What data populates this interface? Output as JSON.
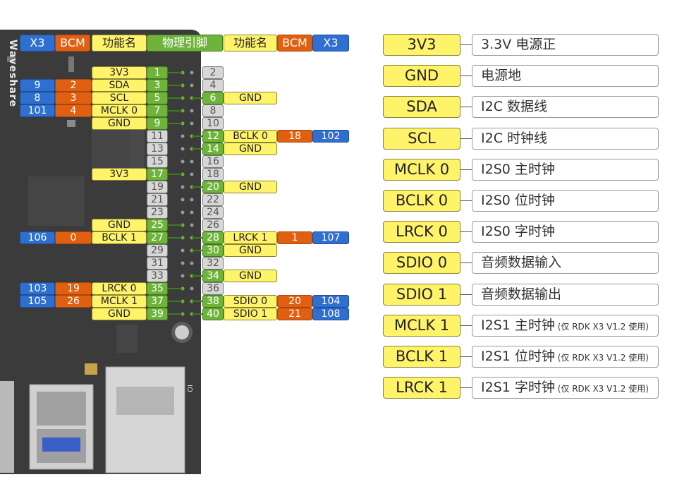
{
  "board": {
    "brand": "Waveshare",
    "usb_label": "IO"
  },
  "headers": {
    "x3": "X3",
    "bcm": "BCM",
    "func": "功能名",
    "phys": "物理引脚"
  },
  "pins": [
    {
      "pin": "1",
      "func": "3V3",
      "bcm": "",
      "x3": ""
    },
    {
      "pin": "2",
      "func": "",
      "bcm": "",
      "x3": ""
    },
    {
      "pin": "3",
      "func": "SDA",
      "bcm": "2",
      "x3": "9"
    },
    {
      "pin": "4",
      "func": "",
      "bcm": "",
      "x3": ""
    },
    {
      "pin": "5",
      "func": "SCL",
      "bcm": "3",
      "x3": "8"
    },
    {
      "pin": "6",
      "func": "GND",
      "bcm": "",
      "x3": ""
    },
    {
      "pin": "7",
      "func": "MCLK 0",
      "bcm": "4",
      "x3": "101"
    },
    {
      "pin": "8",
      "func": "",
      "bcm": "",
      "x3": ""
    },
    {
      "pin": "9",
      "func": "GND",
      "bcm": "",
      "x3": ""
    },
    {
      "pin": "10",
      "func": "",
      "bcm": "",
      "x3": ""
    },
    {
      "pin": "11",
      "func": "",
      "bcm": "",
      "x3": ""
    },
    {
      "pin": "12",
      "func": "BCLK 0",
      "bcm": "18",
      "x3": "102"
    },
    {
      "pin": "13",
      "func": "",
      "bcm": "",
      "x3": ""
    },
    {
      "pin": "14",
      "func": "GND",
      "bcm": "",
      "x3": ""
    },
    {
      "pin": "15",
      "func": "",
      "bcm": "",
      "x3": ""
    },
    {
      "pin": "16",
      "func": "",
      "bcm": "",
      "x3": ""
    },
    {
      "pin": "17",
      "func": "3V3",
      "bcm": "",
      "x3": ""
    },
    {
      "pin": "18",
      "func": "",
      "bcm": "",
      "x3": ""
    },
    {
      "pin": "19",
      "func": "",
      "bcm": "",
      "x3": ""
    },
    {
      "pin": "20",
      "func": "GND",
      "bcm": "",
      "x3": ""
    },
    {
      "pin": "21",
      "func": "",
      "bcm": "",
      "x3": ""
    },
    {
      "pin": "22",
      "func": "",
      "bcm": "",
      "x3": ""
    },
    {
      "pin": "23",
      "func": "",
      "bcm": "",
      "x3": ""
    },
    {
      "pin": "24",
      "func": "",
      "bcm": "",
      "x3": ""
    },
    {
      "pin": "25",
      "func": "GND",
      "bcm": "",
      "x3": ""
    },
    {
      "pin": "26",
      "func": "",
      "bcm": "",
      "x3": ""
    },
    {
      "pin": "27",
      "func": "BCLK 1",
      "bcm": "0",
      "x3": "106"
    },
    {
      "pin": "28",
      "func": "LRCK 1",
      "bcm": "1",
      "x3": "107"
    },
    {
      "pin": "29",
      "func": "",
      "bcm": "",
      "x3": ""
    },
    {
      "pin": "30",
      "func": "GND",
      "bcm": "",
      "x3": ""
    },
    {
      "pin": "31",
      "func": "",
      "bcm": "",
      "x3": ""
    },
    {
      "pin": "32",
      "func": "",
      "bcm": "",
      "x3": ""
    },
    {
      "pin": "33",
      "func": "",
      "bcm": "",
      "x3": ""
    },
    {
      "pin": "34",
      "func": "GND",
      "bcm": "",
      "x3": ""
    },
    {
      "pin": "35",
      "func": "LRCK 0",
      "bcm": "19",
      "x3": "103"
    },
    {
      "pin": "36",
      "func": "",
      "bcm": "",
      "x3": ""
    },
    {
      "pin": "37",
      "func": "MCLK 1",
      "bcm": "26",
      "x3": "105"
    },
    {
      "pin": "38",
      "func": "SDIO 0",
      "bcm": "20",
      "x3": "104"
    },
    {
      "pin": "39",
      "func": "GND",
      "bcm": "",
      "x3": ""
    },
    {
      "pin": "40",
      "func": "SDIO 1",
      "bcm": "21",
      "x3": "108"
    }
  ],
  "legend": [
    {
      "name": "3V3",
      "desc": "3.3V 电源正",
      "note": ""
    },
    {
      "name": "GND",
      "desc": "电源地",
      "note": ""
    },
    {
      "name": "SDA",
      "desc": "I2C 数据线",
      "note": ""
    },
    {
      "name": "SCL",
      "desc": "I2C 时钟线",
      "note": ""
    },
    {
      "name": "MCLK 0",
      "desc": "I2S0 主时钟",
      "note": ""
    },
    {
      "name": "BCLK 0",
      "desc": "I2S0 位时钟",
      "note": ""
    },
    {
      "name": "LRCK 0",
      "desc": "I2S0 字时钟",
      "note": ""
    },
    {
      "name": "SDIO 0",
      "desc": "音频数据输入",
      "note": ""
    },
    {
      "name": "SDIO 1",
      "desc": "音频数据输出",
      "note": ""
    },
    {
      "name": "MCLK 1",
      "desc": "I2S1 主时钟",
      "note": "(仅 RDK X3 V1.2 使用)"
    },
    {
      "name": "BCLK 1",
      "desc": "I2S1 位时钟",
      "note": "(仅 RDK X3 V1.2 使用)"
    },
    {
      "name": "LRCK 1",
      "desc": "I2S1 字时钟",
      "note": "(仅 RDK X3 V1.2 使用)"
    }
  ],
  "colors": {
    "x3": "#2e6fd0",
    "bcm": "#e05f10",
    "func": "#fff36a",
    "pin_gnd_signal": "#6fb33b",
    "pin_unused": "#d7d7d7",
    "board": "#3b3b3b"
  }
}
